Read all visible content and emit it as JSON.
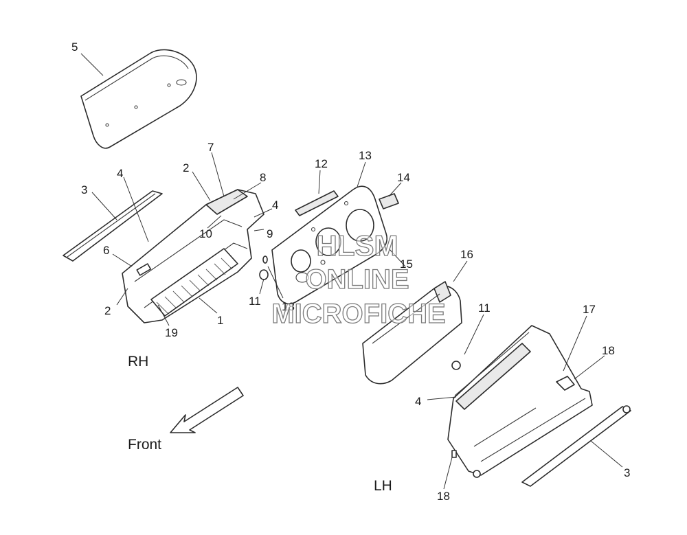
{
  "callouts": {
    "c1": "1",
    "c2a": "2",
    "c2b": "2",
    "c3a": "3",
    "c3b": "3",
    "c4a": "4",
    "c4b": "4",
    "c4c": "4",
    "c5": "5",
    "c6": "6",
    "c7": "7",
    "c8": "8",
    "c9": "9",
    "c10": "10",
    "c11a": "11",
    "c11b": "11",
    "c12": "12",
    "c13": "13",
    "c14": "14",
    "c15": "15",
    "c16": "16",
    "c17": "17",
    "c18a": "18",
    "c18b": "18",
    "c18c": "18",
    "c19": "19"
  },
  "labels": {
    "rh": "RH",
    "lh": "LH",
    "front": "Front"
  },
  "watermark": {
    "line1": "HLSM",
    "line2": "ONLINE",
    "line3": "MICROFICHE"
  }
}
